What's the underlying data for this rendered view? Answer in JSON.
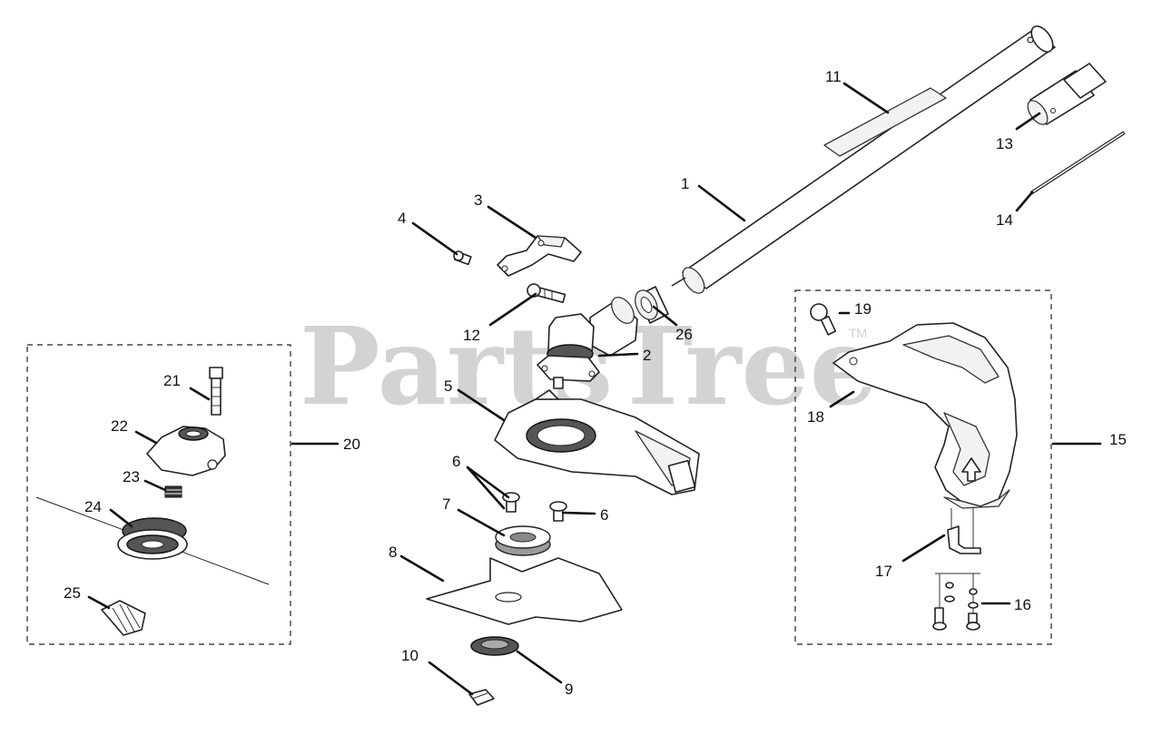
{
  "watermark": {
    "text": "PartsTree",
    "trademark": "TM",
    "color": "#d3d3d3"
  },
  "callouts": {
    "c1": "1",
    "c2": "2",
    "c3": "3",
    "c4": "4",
    "c5": "5",
    "c6a": "6",
    "c6b": "6",
    "c7": "7",
    "c8": "8",
    "c9": "9",
    "c10": "10",
    "c11": "11",
    "c12": "12",
    "c13": "13",
    "c14": "14",
    "c15": "15",
    "c16": "16",
    "c17": "17",
    "c18": "18",
    "c19": "19",
    "c20": "20",
    "c21": "21",
    "c22": "22",
    "c23": "23",
    "c24": "24",
    "c25": "25",
    "c26": "26"
  },
  "colors": {
    "line": "#111111",
    "background": "#ffffff"
  }
}
